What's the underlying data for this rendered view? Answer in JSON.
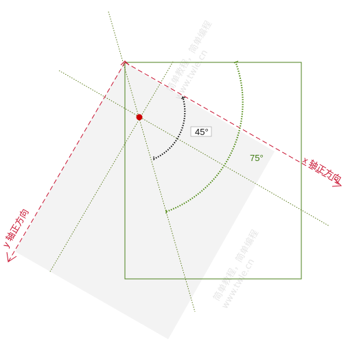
{
  "diagram": {
    "x_axis_label": "x 轴正方向",
    "y_axis_label": "y 轴正方向",
    "angle_small": "45°",
    "angle_large": "75°",
    "watermark_1": "简单教程，简单编程",
    "watermark_2": "www.twle.cn",
    "colors": {
      "axis_red": "#c8102e",
      "rect_green": "#4a7f18",
      "dotted_olive": "#5a7a1a",
      "arc_black": "#111111",
      "arc_green": "#4f8a12",
      "rotated_fill": "#f3f3f3",
      "watermark": "#d8d8d8"
    }
  }
}
